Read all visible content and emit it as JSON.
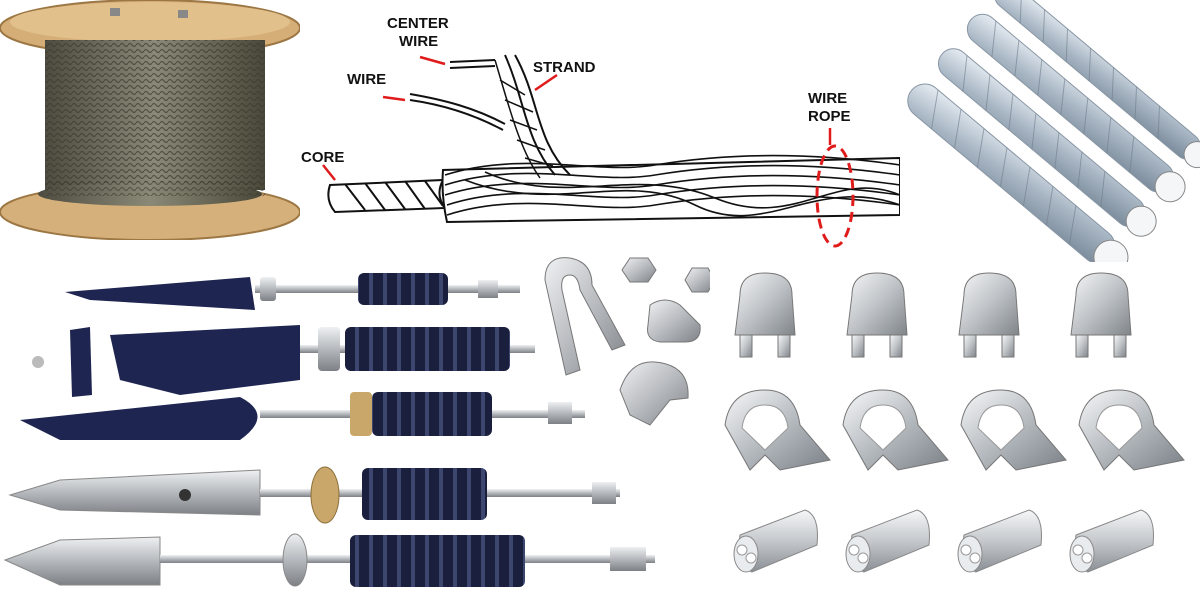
{
  "diagram": {
    "labels": {
      "center_wire_line1": "CENTER",
      "center_wire_line2": "WIRE",
      "wire": "WIRE",
      "strand": "STRAND",
      "core": "CORE",
      "wire_rope_line1": "WIRE",
      "wire_rope_line2": "ROPE"
    },
    "arrow_color": "#e01b1b"
  },
  "colors": {
    "spool_wood": "#d7b07a",
    "spool_cable": "#6f6d5e",
    "strand_steel": "#b9c6d3",
    "spring_blue": "#1d2446",
    "hardware_steel": "#c9ccd0"
  },
  "icons": [
    "spool-icon",
    "wire-rope-diagram",
    "cable-strand-icon",
    "tensioner-icon",
    "u-bolt-icon",
    "hex-nut-icon",
    "wire-clip-icon",
    "thimble-icon",
    "ferrule-sleeve-icon"
  ]
}
